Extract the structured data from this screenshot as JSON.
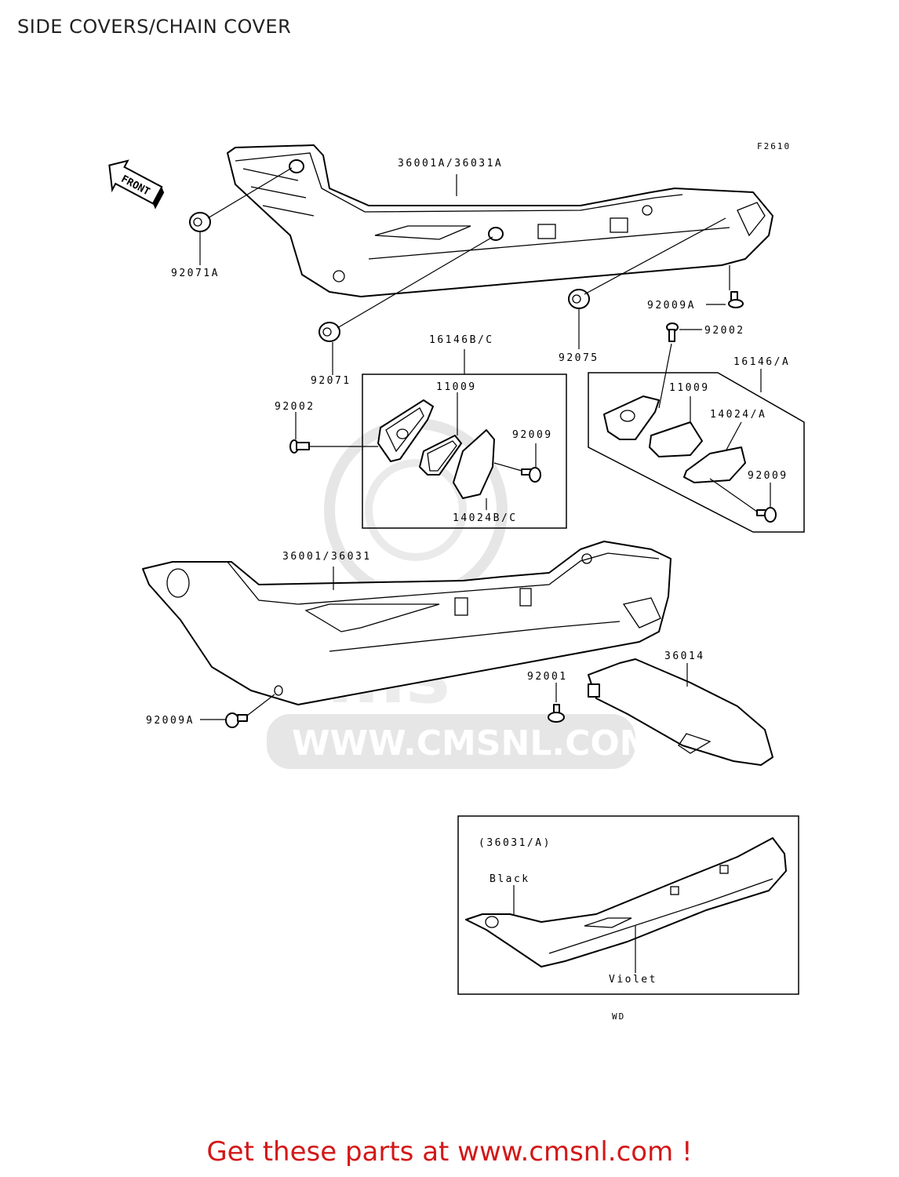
{
  "page_title": "SIDE COVERS/CHAIN COVER",
  "figure_code": "F2610",
  "front_arrow_label": "FRONT",
  "watermark_url": "WWW.CMSNL.COM",
  "footer_text": "Get these parts at www.cmsnl.com !",
  "colors": {
    "footer": "#d31818",
    "watermark": "#e2e2e2",
    "line": "#000000"
  },
  "parts": {
    "p36001A": "36001A/36031A",
    "p92071A": "92071A",
    "p92009A_top": "92009A",
    "p92002_top": "92002",
    "p16146BC": "16146B/C",
    "p11009_left": "11009",
    "p92071": "92071",
    "p92075": "92075",
    "p92002_left": "92002",
    "p92009_left": "92009",
    "p14024BC": "14024B/C",
    "p16146A": "16146/A",
    "p11009_right": "11009",
    "p14024A": "14024/A",
    "p92009_right": "92009",
    "p36001": "36001/36031",
    "p36014": "36014",
    "p92001": "92001",
    "p92009A_bottom": "92009A"
  },
  "inset": {
    "title": "(36031/A)",
    "black_label": "Black",
    "violet_label": "Violet",
    "model_code": "WD"
  }
}
